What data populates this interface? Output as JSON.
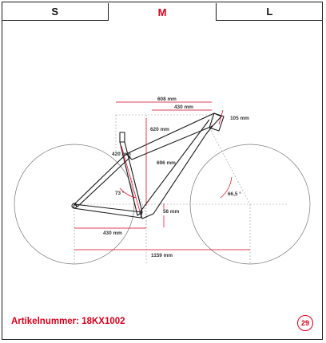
{
  "size_tabs": [
    {
      "label": "S",
      "active": false
    },
    {
      "label": "M",
      "active": true
    },
    {
      "label": "L",
      "active": false
    }
  ],
  "measurements": {
    "reach_total": "608 mm",
    "reach": "430 mm",
    "head_tube": "105 mm",
    "seat_tube_top": "620 mm",
    "seat_tube_short": "420 mm",
    "seat_tube_length": "696 mm",
    "seat_angle": "73 °",
    "head_angle": "66,5 °",
    "bb_drop": "56 mm",
    "chainstay": "430 mm",
    "wheelbase": "1159 mm"
  },
  "footer": {
    "article_number": "Artikelnummer: 18KX1002",
    "wheel_size": "29"
  },
  "colors": {
    "accent": "#d6001c",
    "line": "#1a1a1a",
    "guide": "#999999"
  }
}
